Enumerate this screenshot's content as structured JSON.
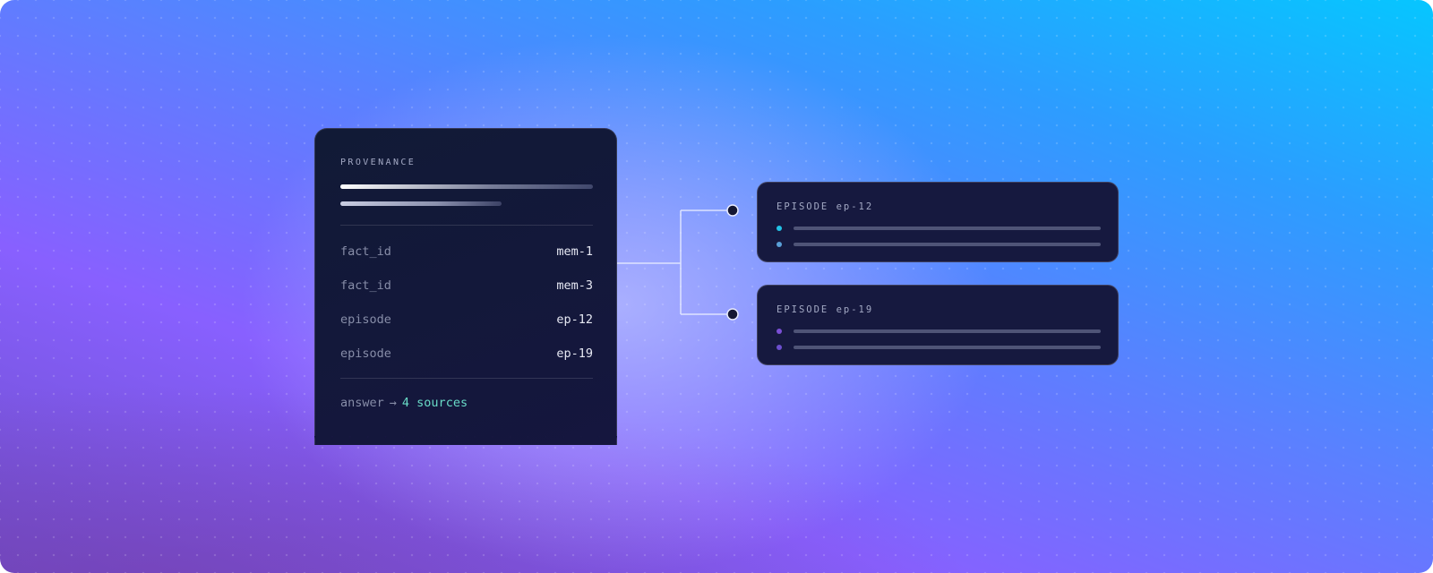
{
  "provenance": {
    "title": "PROVENANCE",
    "rows": [
      {
        "key": "fact_id",
        "value": "mem-1"
      },
      {
        "key": "fact_id",
        "value": "mem-3"
      },
      {
        "key": "episode",
        "value": "ep-12"
      },
      {
        "key": "episode",
        "value": "ep-19"
      }
    ],
    "answer": {
      "label": "answer",
      "arrow": "→",
      "sources": "4 sources"
    }
  },
  "episodes": [
    {
      "title": "EPISODE ep-12",
      "dot_colors": [
        "#22c3e6",
        "#5aa0d8"
      ]
    },
    {
      "title": "EPISODE ep-19",
      "dot_colors": [
        "#7b4fd6",
        "#6c4fcf"
      ]
    }
  ],
  "colors": {
    "card_bg": "#13173a",
    "accent_teal": "#69dbc7",
    "node_fill": "#141733"
  }
}
